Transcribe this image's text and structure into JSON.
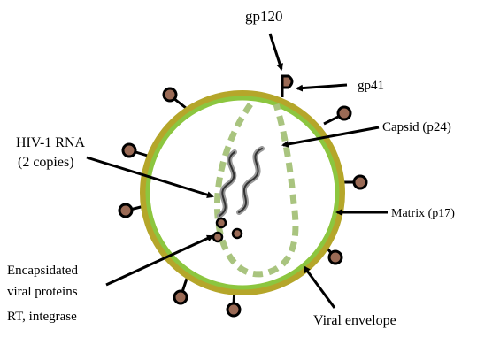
{
  "diagram": {
    "labels": {
      "gp120": "gp120",
      "gp41": "gp41",
      "capsid": "Capsid (p24)",
      "rna_line1": "HIV-1 RNA",
      "rna_line2": "(2 copies)",
      "matrix": "Matrix (p17)",
      "encaps_line1": "Encapsidated",
      "encaps_line2": "viral proteins",
      "encaps_line3": "RT, integrase",
      "envelope": "Viral envelope"
    },
    "colors": {
      "envelope_outer": "#b5a62a",
      "matrix_ring": "#8cc63f",
      "capsid_dash": "#a9c47f",
      "spike_head": "#9a6a55",
      "rna_dark": "#333333",
      "rna_light": "#9a9a9a",
      "arrow": "#000000"
    }
  }
}
